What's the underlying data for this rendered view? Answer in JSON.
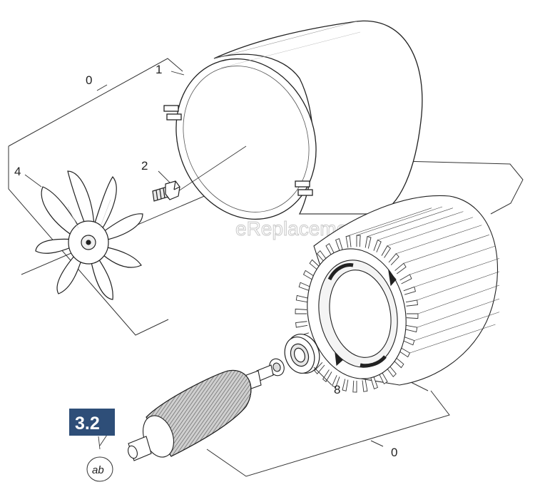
{
  "watermark": "eReplacementParts.com",
  "badge": {
    "text": "3.2",
    "color": "#2e4e78"
  },
  "ab_tag": "ab",
  "callouts": {
    "group_top": "0",
    "part_1": "1",
    "part_2": "2",
    "part_4": "4",
    "part_8": "8",
    "group_bottom": "0"
  },
  "parts": [
    {
      "id": "1",
      "icon": "motor-cover-drum"
    },
    {
      "id": "2",
      "icon": "hex-bolt"
    },
    {
      "id": "4",
      "icon": "cooling-fan"
    },
    {
      "id": "8",
      "icon": "ball-bearing"
    }
  ]
}
